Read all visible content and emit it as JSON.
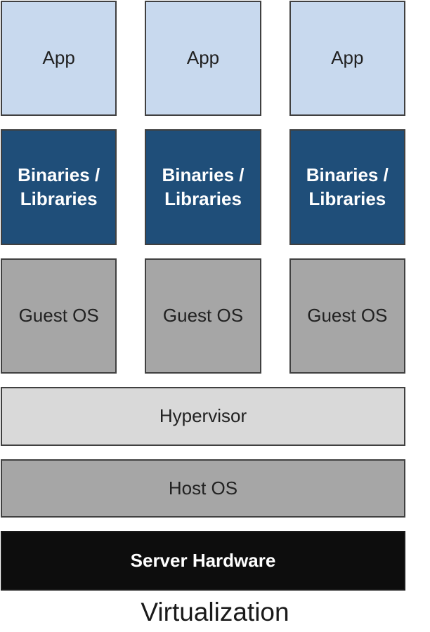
{
  "diagram": {
    "title": "Virtualization",
    "columns": [
      {
        "app": "App",
        "binaries": "Binaries / Libraries",
        "guest_os": "Guest OS"
      },
      {
        "app": "App",
        "binaries": "Binaries / Libraries",
        "guest_os": "Guest OS"
      },
      {
        "app": "App",
        "binaries": "Binaries / Libraries",
        "guest_os": "Guest OS"
      }
    ],
    "layers": {
      "hypervisor": "Hypervisor",
      "host_os": "Host OS",
      "server_hardware": "Server Hardware"
    },
    "colors": {
      "app_fill": "#c8d9ee",
      "binaries_fill": "#1f4e79",
      "guest_fill": "#a6a6a6",
      "hypervisor_fill": "#d9d9d9",
      "host_fill": "#a6a6a6",
      "server_fill": "#0d0d0d",
      "border": "#404040",
      "text_dark": "#212121",
      "text_light": "#ffffff",
      "caption_color": "#1a1a1a"
    }
  }
}
